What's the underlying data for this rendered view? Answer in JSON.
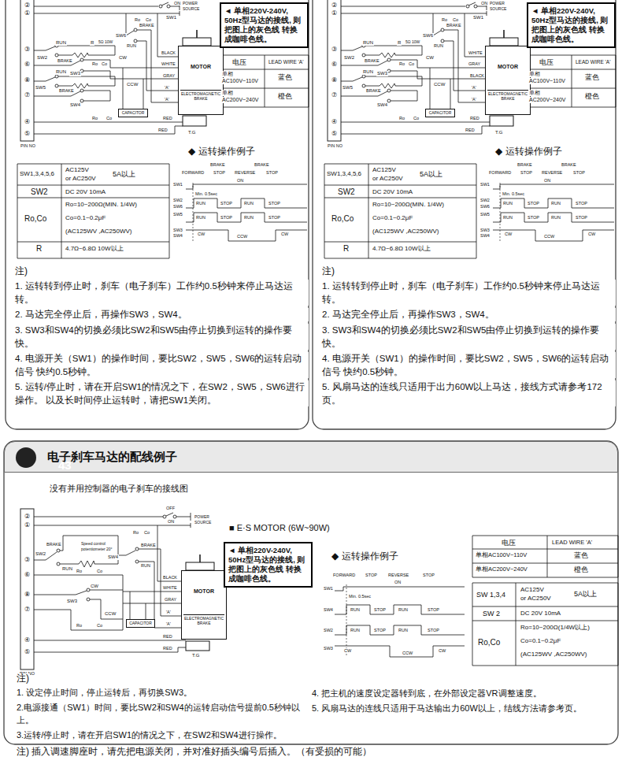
{
  "diagram": {
    "nodes": [
      {
        "text": [
          "MOTOR",
          "ELECTROMAGNETIC BRAKE"
        ]
      },
      {
        "text": [
          "CAPACITOR"
        ]
      },
      {
        "text": [
          "◄ 单相220V-240V, 50Hz型马达的接线, 则把图上的灰色线 转换成咖啡色线。"
        ]
      },
      {
        "text": [
          "MOTOR",
          "ELECTROMAGNETIC BRAKE"
        ]
      },
      {
        "text": [
          "CAPACITOR"
        ]
      },
      {
        "text": [
          "◄ 单相220V-240V, 50Hz型马达的接线, 则把图上的灰色线 转换成咖啡色线。"
        ]
      },
      {
        "text": [
          "电子刹车马达的配线例子"
        ]
      },
      {
        "text": [
          "43"
        ],
        "in": 6
      },
      {
        "text": [
          "CAPACITOR"
        ]
      },
      {
        "text": [
          "MOTOR",
          "ELECTROMAGNETIC BRAKE"
        ]
      },
      {
        "text": [
          "◄ 单相220V-240V, 50Hz型马达的接线, 则把图上的灰色线 转换成咖啡色线。"
        ]
      }
    ],
    "labels": [
      "②",
      "①",
      "③",
      "⑥",
      "⑧",
      "⑦",
      "④",
      "⑤",
      "PIN NO",
      "ON",
      "POWER SOURCE",
      "SW1",
      "Ro",
      "Co",
      "BRAKE",
      "SW6",
      "RUN",
      "RUN",
      "SW2",
      "BRAKE",
      "R",
      "5Ω 10W",
      "SW3",
      "Ro",
      "Co",
      "CW",
      "RUN",
      "SW5",
      "BRAKE",
      "SW4",
      "CCW",
      "Ro",
      "Co",
      "BLACK",
      "WHITE",
      "GRAY",
      "'A'",
      "'A'",
      "RED",
      "RED",
      "T.G",
      "◆ 运转操作例子",
      "电压",
      "LEAD WIRE 'A'",
      "单相",
      "AC100V~110V",
      "蓝色",
      "单相",
      "AC200V~240V",
      "橙色",
      "SW1,3,4,5,6",
      "AC125V",
      "or AC250V",
      "5A以上",
      "SW2",
      "DC 20V 10mA",
      "Ro,Co",
      "Ro=10~200Ω(MIN. 1/4W)",
      "Co=0.1~0.2μF",
      "(AC125WV ,AC250WV)",
      "R",
      "4.7Ω~6.8Ω 10W以上",
      "BRAKE",
      "BRAKE",
      "FORWARD",
      "STOP",
      "REVERSE",
      "STOP",
      "SW1",
      "ON",
      "Min. 0.5sec",
      "SW2",
      "SW6",
      "RUN",
      "STOP",
      "RUN",
      "STOP",
      "SW5",
      "RUN",
      "STOP",
      "RUN",
      "STOP",
      "SW3",
      "SW4",
      "CW",
      "CW",
      "CCW",
      "注)",
      "1. 运转转到停止时，刹车（电子刹车）工作约0.5秒钟来停止马达运转。",
      "2. 马达完全停止后，再操作SW3，SW4。",
      "3. SW3和SW4的切换必须比SW2和SW5由停止切换到运转的操作要快。",
      "4. 电源开关（SW1）的操作时间，要比SW2，SW5，SW6的运转启动信号 快约0.5秒钟。",
      "5. 运转/停止时，请在开启SW1的情况之下，在SW2，SW5，SW6进行操作。 以及长时间停止运转时，请把SW1关闭。",
      "②",
      "①",
      "③",
      "⑥",
      "⑧",
      "⑦",
      "④",
      "⑤",
      "PIN NO",
      "ON",
      "POWER SOURCE",
      "SW1",
      "Ro",
      "Co",
      "BRAKE",
      "SW6",
      "RUN",
      "RUN",
      "SW2",
      "BRAKE",
      "R",
      "5Ω 10W",
      "SW3",
      "Ro",
      "Co",
      "CW",
      "RUN",
      "SW5",
      "BRAKE",
      "SW4",
      "CCW",
      "Ro",
      "Co",
      "WHITE",
      "GRAY",
      "BLACK",
      "'A'",
      "'A'",
      "RED",
      "RED",
      "T.G",
      "◆ 运转操作例子",
      "电压",
      "LEAD WIRE 'A'",
      "单相",
      "AC100V~110V",
      "蓝色",
      "单相",
      "AC200V~240V",
      "橙色",
      "SW1,3,4,5,6",
      "AC125V",
      "or AC250V",
      "5A以上",
      "SW2",
      "DC 20V 10mA",
      "Ro,Co",
      "Ro=10~200Ω(MIN. 1/4W)",
      "Co=0.1~0.2μF",
      "(AC125WV ,AC250WV)",
      "R",
      "4.7Ω~6.8Ω 10W以上",
      "BRAKE",
      "BRAKE",
      "FORWARD",
      "STOP",
      "REVERSE",
      "STOP",
      "SW1",
      "ON",
      "Min. 0.5sec",
      "SW2",
      "SW6",
      "RUN",
      "STOP",
      "RUN",
      "STOP",
      "SW5",
      "RUN",
      "STOP",
      "RUN",
      "STOP",
      "SW3",
      "SW4",
      "CW",
      "CW",
      "CCW",
      "注)",
      "1. 运转转到停止时，刹车（电子刹车）工作约0.5秒钟来停止马达运转。",
      "2. 马达完全停止后，再操作SW3，SW4。",
      "3. SW3和SW4的切换必须比SW2和SW5由停止切换到运转的操作要快。",
      "4. 电源开关（SW1）的操作时间，要比SW2，SW5，SW6的运转启动信号 快约0.5秒钟。",
      "5. 风扇马达的连线只适用于出力60W以上马达，接线方式请参考172页。",
      "没有并用控制器的电子刹车的接线图",
      "②",
      "①",
      "③",
      "⑥",
      "⑧",
      "⑦",
      "④",
      "⑤",
      "PIN NO",
      "SW2",
      "BRAKE",
      "RUN",
      "Speed control potentiometer 20°",
      "Ro",
      "Co",
      "BRAKE",
      "RUN",
      "SW4",
      "OFF",
      "ON",
      "POWER SOURCE",
      "Ro",
      "Co",
      "SW3",
      "CW",
      "CCW",
      "Ro",
      "Co",
      "BLACK",
      "WHITE",
      "GRAY",
      "'A'",
      "'A'",
      "RED",
      "RED",
      "T.G",
      "■ E·S MOTOR (6W~90W)",
      "◆ 运转操作例子",
      "电压",
      "LEAD WIRE 'A'",
      "单相AC100V~110V",
      "蓝色",
      "单相AC200V~240V",
      "橙色",
      "SW 1,3,4",
      "AC125V",
      "or AC250V",
      "5A以上",
      "SW 2",
      "DC 20V 10mA",
      "Ro,Co",
      "Ro=10~200Ω(1/4W以上)",
      "Co=0.1~0.2μF",
      "(AC125WV ,AC250WV)",
      "FORWARD",
      "STOP",
      "REVERSE",
      "STOP",
      "SW1",
      "ON",
      "Min. 0.5sec",
      "SW4",
      "RUN",
      "STOP",
      "RUN",
      "STOP",
      "SW2",
      "RUN",
      "STOP",
      "RUN",
      "STOP",
      "SW3",
      "CW",
      "CW",
      "CCW",
      "注)",
      "1. 设定停止时间，停止运转后，再切换SW3。",
      "2.电源接通（SW1）时间，要比SW2和SW4的运转启动信号提前0.5秒钟以上。",
      "3.运转/停止时，请在开启SW1的情况之下，在SW2和SW4进行操作。",
      "4. 把主机的速度设定器转到底，在外部设定器VR调整速度。",
      "5. 风扇马达的连线只适用于马达输出力60W以上，结线方法请参考页。",
      "注) 插入调速脚座时，请先把电源关闭，并对准好插头编号后插入。（有受损的可能）"
    ]
  }
}
